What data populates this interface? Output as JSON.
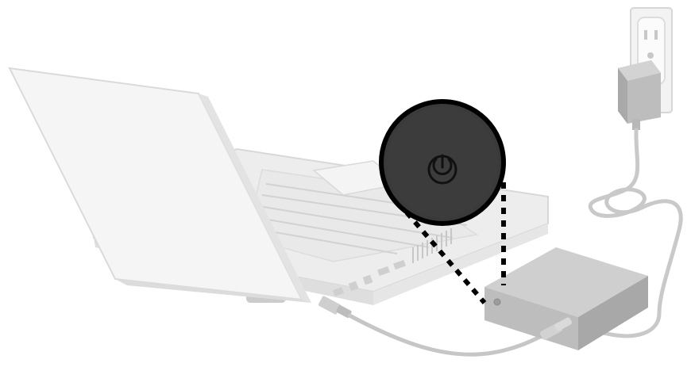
{
  "illustration": {
    "components": [
      "laptop",
      "external-hard-drive",
      "power-adapter",
      "wall-outlet",
      "usb-cable",
      "power-cable",
      "zoom-callout"
    ],
    "callout_icon": "power-icon",
    "colors": {
      "background": "#ffffff",
      "laptop": "#f1f1f1",
      "laptop_edge": "#d9d9d9",
      "drive_top": "#cfcfcf",
      "drive_front": "#b9b9b9",
      "cable": "#c6c6c6",
      "callout_fill": "#3a3a3a",
      "callout_ring": "#000000",
      "power_symbol": "#111111",
      "dotted_leader": "#000000"
    }
  }
}
